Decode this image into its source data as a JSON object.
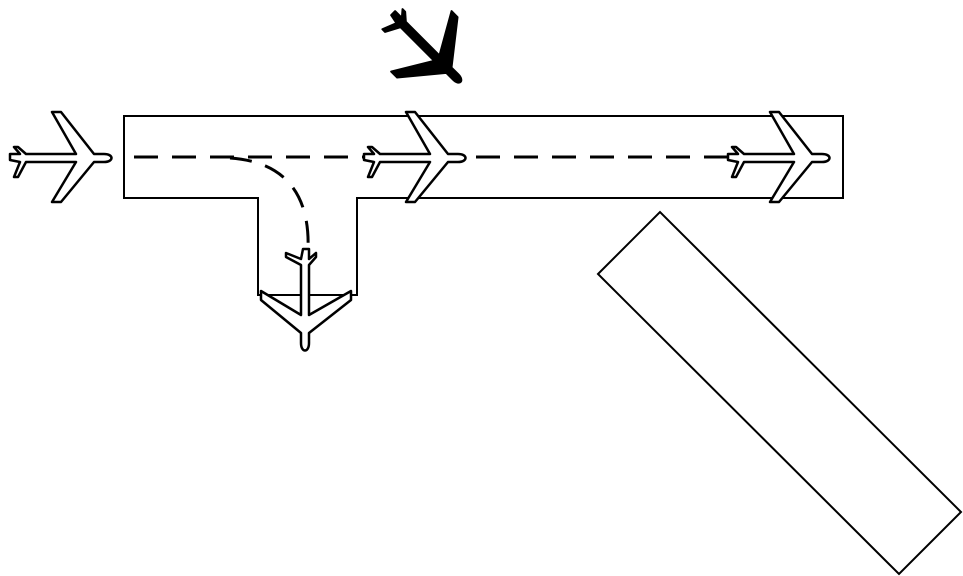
{
  "diagram": {
    "elements": [
      "horizontal-runway",
      "taxiway",
      "diagonal-runway",
      "runway-centerline",
      "taxi-path",
      "airplane-taxiing-in-left",
      "airplane-on-runway-center",
      "airplane-on-runway-right",
      "airplane-on-taxiway",
      "airplane-flying"
    ],
    "colors": {
      "stroke": "#000000",
      "fill": "#ffffff",
      "flying_plane": "#000000"
    },
    "icons": {
      "outline_plane": "airplane-outline-icon",
      "filled_plane": "airplane-filled-icon"
    }
  }
}
